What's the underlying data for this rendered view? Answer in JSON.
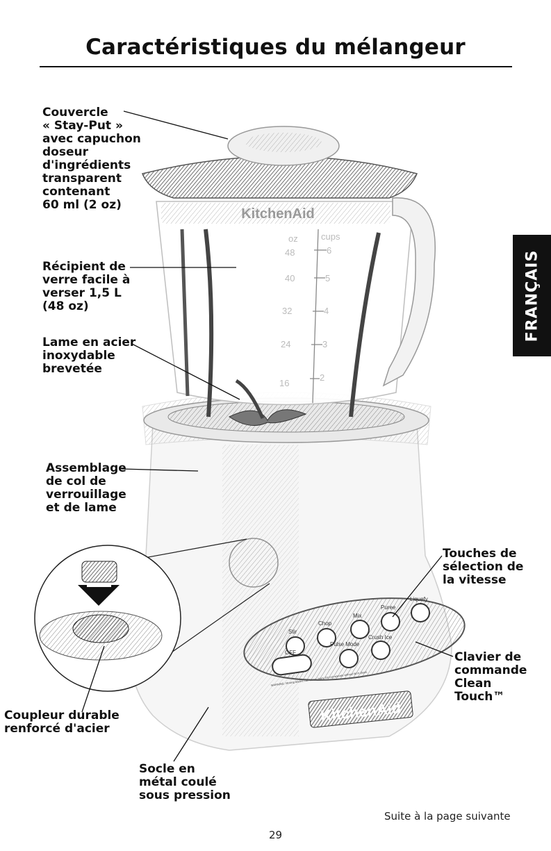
{
  "title": "Caractéristiques du mélangeur",
  "side_tab": "FRANÇAIS",
  "labels": {
    "lid": [
      "Couvercle",
      "« Stay-Put »",
      "avec capuchon",
      "doseur",
      "d'ingrédients",
      "transparent",
      "contenant",
      "60 ml (2 oz)"
    ],
    "jar": [
      "Récipient de",
      "verre facile à",
      "verser 1,5 L",
      "(48 oz)"
    ],
    "blade": [
      "Lame en acier",
      "inoxydable",
      "brevetée"
    ],
    "assembly": [
      "Assemblage",
      "de col de",
      "verrouillage",
      "et de lame"
    ],
    "speed_buttons": [
      "Touches de",
      "sélection de",
      "la vitesse"
    ],
    "control_panel": [
      "Clavier de",
      "commande",
      "Clean",
      "Touch™"
    ],
    "coupler": [
      "Coupleur durable",
      "renforcé d'acier"
    ],
    "base": [
      "Socle en",
      "métal coulé",
      "sous pression"
    ]
  },
  "illustration": {
    "brand_jar": "KitchenAid",
    "brand_base": "KitchenAid",
    "scale_oz": [
      "oz",
      "48",
      "40",
      "32",
      "24",
      "16"
    ],
    "scale_cups": [
      "cups",
      "6",
      "5",
      "4",
      "3",
      "2"
    ],
    "panel_buttons": [
      "Stir",
      "Chop",
      "Mix",
      "Puree",
      "Liquefy"
    ],
    "panel_lower": [
      "OFF",
      "Pulse Mode",
      "Crush Ice"
    ],
    "panel_note": "WARNING: Moving blades can cause injury. Do not operate without lid in place."
  },
  "footer_note": "Suite à la page suivante",
  "page_number": "29"
}
